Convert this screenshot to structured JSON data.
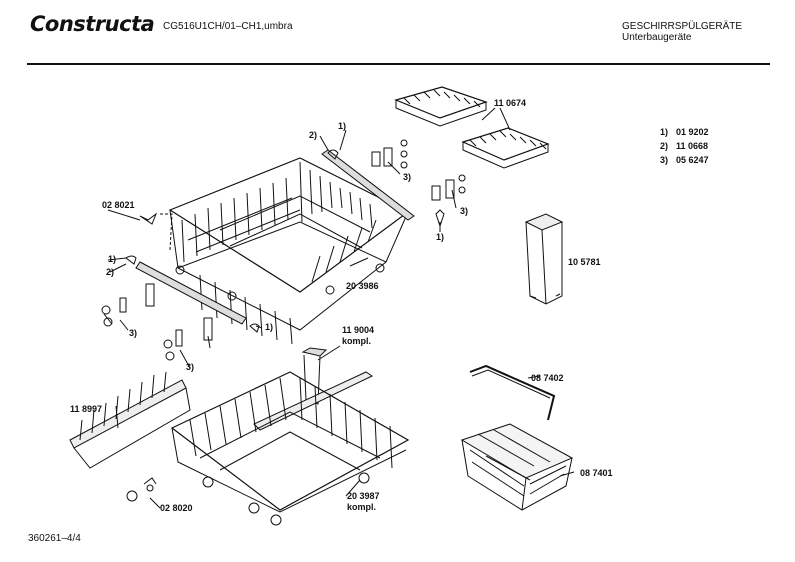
{
  "header": {
    "brand": "Constructa",
    "model": "CG516U1CH/01–CH1,umbra",
    "category_line1": "GESCHIRRSPÜLGERÄTE",
    "category_line2": "Unterbaugeräte"
  },
  "legend": [
    {
      "key": "1)",
      "part": "01 9202"
    },
    {
      "key": "2)",
      "part": "11 0668"
    },
    {
      "key": "3)",
      "part": "05 6247"
    }
  ],
  "part_labels": {
    "p110674": "11 0674",
    "p028021": "02 8021",
    "p203986": "20 3986",
    "p105781": "10 5781",
    "p119004": "11 9004",
    "p119004b": "kompl.",
    "p118997": "11 8997",
    "p087402": "08 7402",
    "p087401": "08 7401",
    "p028020": "02 8020",
    "p203987": "20 3987",
    "p203987b": "kompl."
  },
  "callouts": {
    "c1_a": "1)",
    "c2_a": "2)",
    "c3_a": "3)",
    "c3_b": "3)",
    "c1_b": "1)",
    "c1_c": "1)",
    "c2_c": "2)",
    "c3_c": "3)",
    "c3_d": "3)",
    "c1_d": "1)"
  },
  "footer": {
    "doc_id": "360261–4/4"
  }
}
